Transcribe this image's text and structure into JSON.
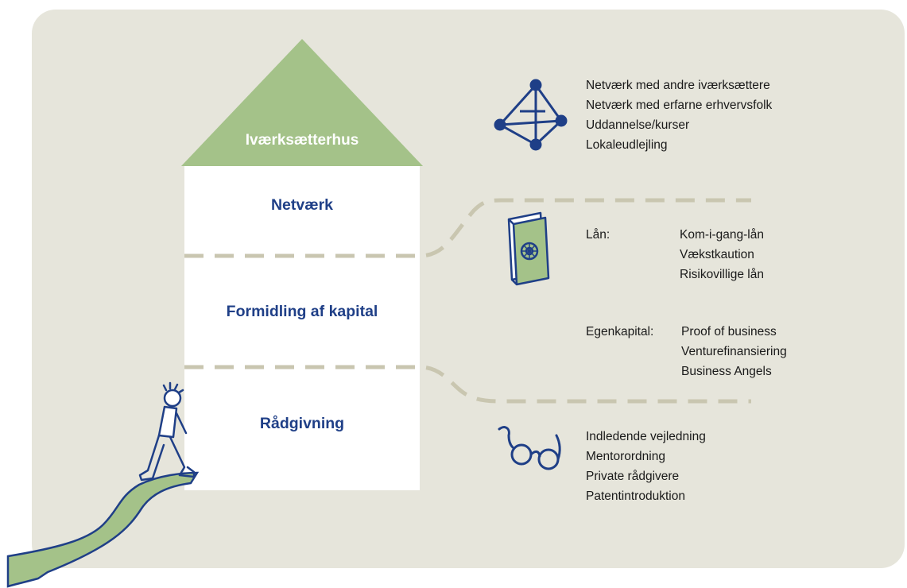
{
  "house": {
    "roof_title": "Iværksætterhus",
    "floors": [
      {
        "label": "Netværk"
      },
      {
        "label": "Formidling af kapital"
      },
      {
        "label": "Rådgivning"
      }
    ]
  },
  "network": {
    "icon": "network-graph-icon",
    "items": [
      "Netværk med andre iværksættere",
      "Netværk med erfarne erhvervsfolk",
      "Uddannelse/kurser",
      "Lokaleudlejling"
    ]
  },
  "capital": {
    "icon": "safe-icon",
    "loan_label": "Lån:",
    "loan_items": [
      "Kom-i-gang-lån",
      "Vækstkaution",
      "Risikovillige lån"
    ],
    "equity_label": "Egenkapital:",
    "equity_items": [
      "Proof of business",
      "Venturefinansiering",
      "Business Angels"
    ]
  },
  "advice": {
    "icon": "glasses-icon",
    "items": [
      "Indledende vejledning",
      "Mentorordning",
      "Private rådgivere",
      "Patentintroduktion"
    ]
  },
  "colors": {
    "panel": "#e6e5db",
    "roof": "#a4c289",
    "navy": "#1f3f87",
    "dash": "#c9c6b0",
    "path": "#9fc08a"
  }
}
